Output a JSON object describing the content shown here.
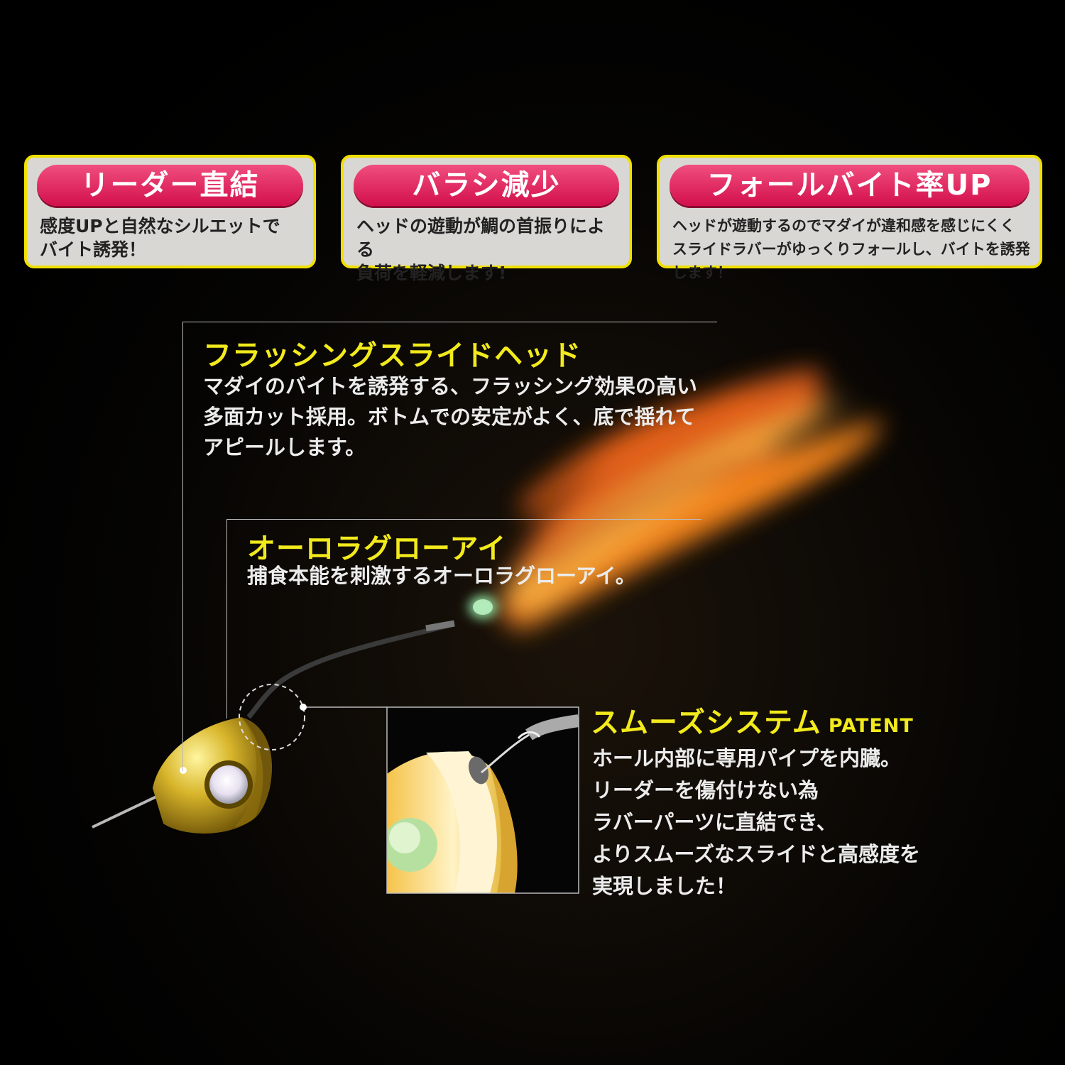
{
  "features": [
    {
      "title": "リーダー直結",
      "text": "感度UPと自然なシルエットで\nバイト誘発！"
    },
    {
      "title": "バラシ減少",
      "text": "ヘッドの遊動が鯛の首振りによる\n負荷を軽減します!"
    },
    {
      "title": "フォールバイト率UP",
      "text": "ヘッドが遊動するのでマダイが違和感を感じにくく\nスライドラバーがゆっくりフォールし、バイトを誘発します！"
    }
  ],
  "sections": {
    "head": {
      "title": "フラッシングスライドヘッド",
      "body": "マダイのバイトを誘発する、フラッシング効果の高い\n多面カット採用。ボトムでの安定がよく、底で揺れて\nアピールします。"
    },
    "eye": {
      "title": "オーロラグローアイ",
      "body": "捕食本能を刺激するオーロラグローアイ。"
    },
    "smooth": {
      "title": "スムーズシステム",
      "badge": "PATENT",
      "body": "ホール内部に専用パイプを内臓。\nリーダーを傷付けない為\nラバーパーツに直結でき、\nよりスムーズなスライドと高感度を\n実現しました！"
    }
  },
  "colors": {
    "accent_yellow": "#f2ea1c",
    "pill_pink": "#e0205a",
    "head_gold": "#c9a823",
    "skirt_orange": "#ff7a1a"
  }
}
